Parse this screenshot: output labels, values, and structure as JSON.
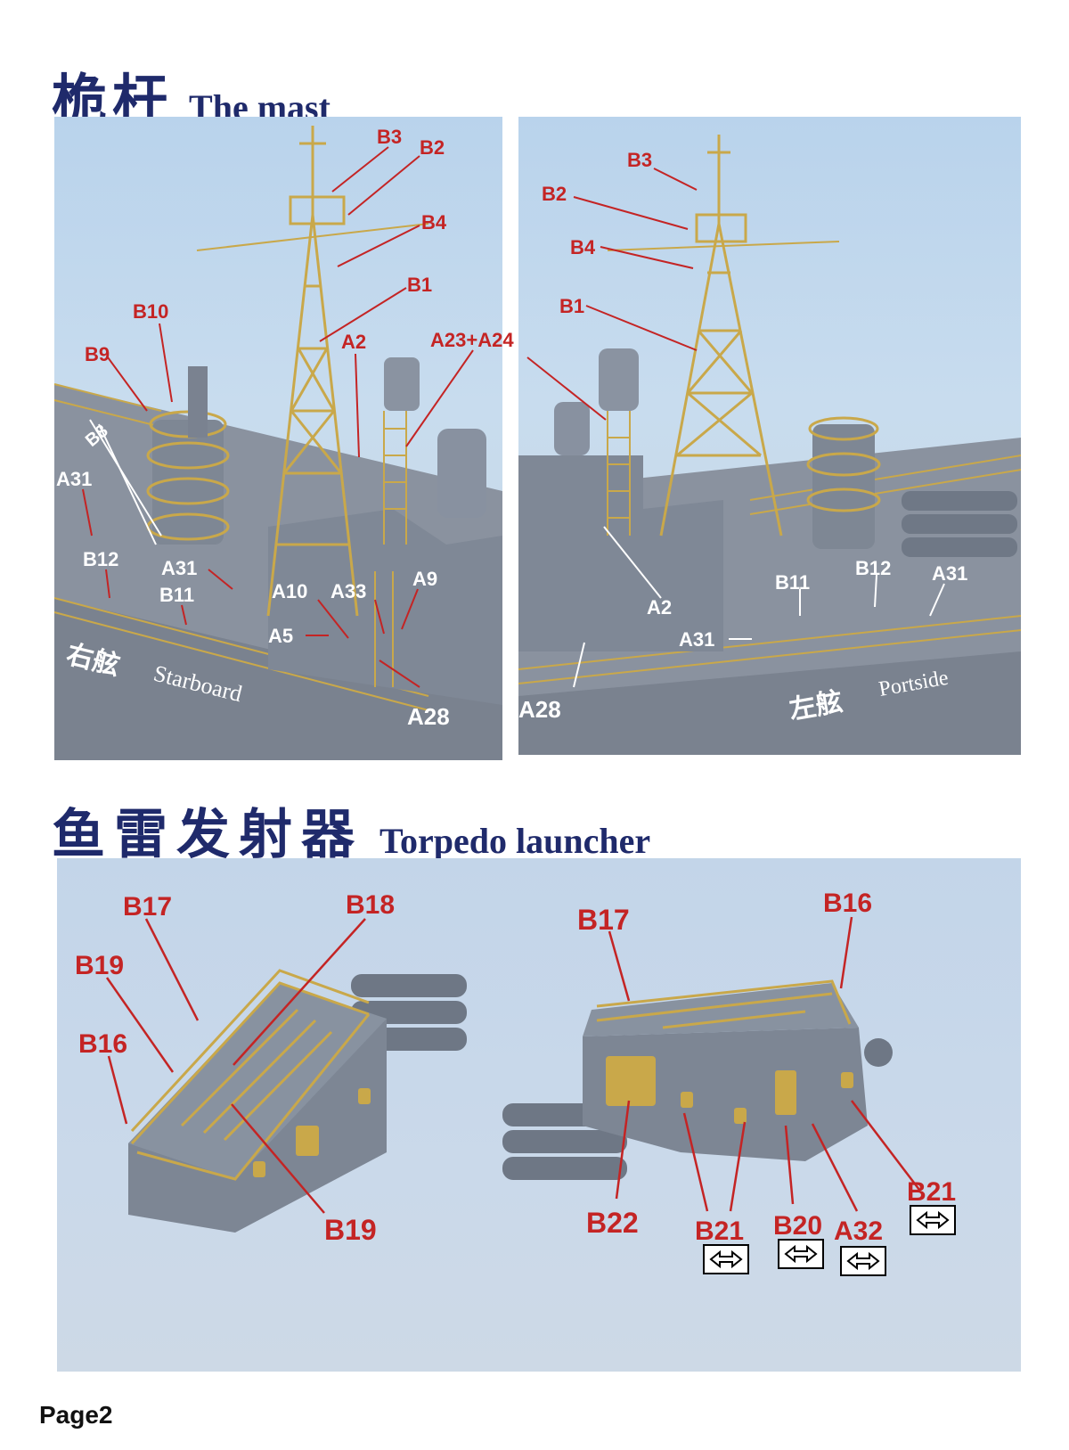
{
  "mast_section": {
    "title_cn": "桅杆",
    "title_en": "The mast",
    "starboard": {
      "caption_cn": "右舷",
      "caption_en": "Starboard",
      "labels": {
        "B3": "B3",
        "B2": "B2",
        "B4": "B4",
        "B1": "B1",
        "B10": "B10",
        "B9": "B9",
        "A2": "A2",
        "A23_A24": "A23+A24",
        "B8": "B8",
        "A31_left": "A31",
        "B12": "B12",
        "A31_mid": "A31",
        "B11": "B11",
        "A10": "A10",
        "A33": "A33",
        "A9": "A9",
        "A5": "A5",
        "A28": "A28"
      }
    },
    "portside": {
      "caption_cn": "左舷",
      "caption_en": "Portside",
      "labels": {
        "B3": "B3",
        "B2": "B2",
        "B4": "B4",
        "B1": "B1",
        "B11": "B11",
        "B12": "B12",
        "A31_right": "A31",
        "A2": "A2",
        "A31_bottom": "A31",
        "A28": "A28"
      }
    }
  },
  "torpedo_section": {
    "title_cn": "鱼雷发射器",
    "title_en": "Torpedo launcher",
    "labels": {
      "B17_left": "B17",
      "B18": "B18",
      "B19_top": "B19",
      "B16_left": "B16",
      "B19_bottom": "B19",
      "B17_right": "B17",
      "B16_right": "B16",
      "B21_right": "B21",
      "B22": "B22",
      "B21_mid": "B21",
      "B20": "B20",
      "A32": "A32"
    }
  },
  "page": {
    "number": "Page2"
  },
  "colors": {
    "title": "#1f2a6b",
    "label": "#c42424",
    "brass": "#c9a84a",
    "resin": "#7f8896"
  }
}
